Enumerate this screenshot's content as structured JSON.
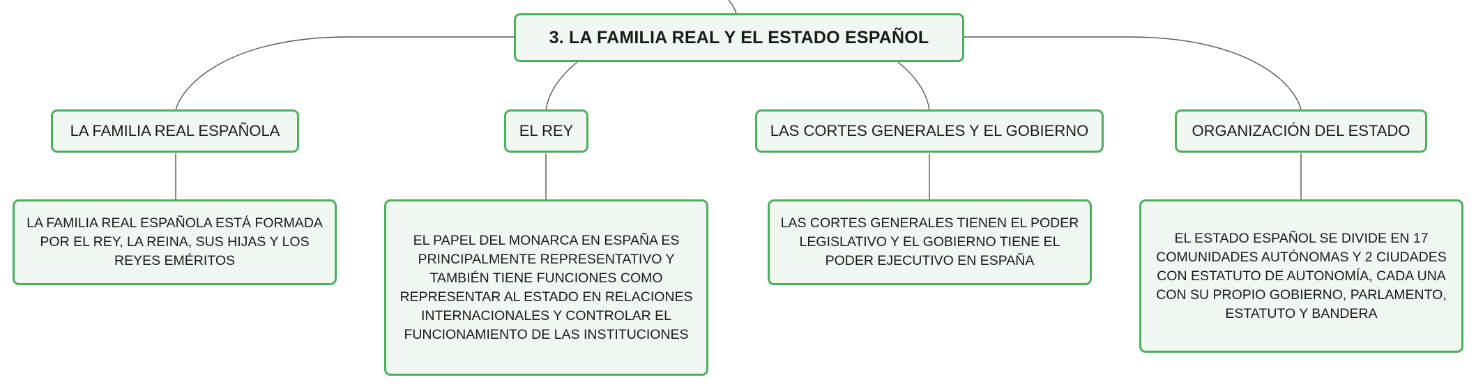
{
  "root": {
    "title": "3. LA FAMILIA REAL Y EL ESTADO ESPAÑOL"
  },
  "branches": [
    {
      "topic": "LA FAMILIA REAL ESPAÑOLA",
      "detail": "LA FAMILIA REAL ESPAÑOLA ESTÁ FORMADA POR EL REY, LA REINA, SUS HIJAS Y LOS REYES EMÉRITOS"
    },
    {
      "topic": "EL REY",
      "detail": "EL PAPEL DEL MONARCA EN ESPAÑA ES PRINCIPALMENTE REPRESENTATIVO Y TAMBIÉN TIENE FUNCIONES COMO REPRESENTAR AL ESTADO EN RELACIONES INTERNACIONALES Y CONTROLAR EL FUNCIONAMIENTO DE LAS INSTITUCIONES"
    },
    {
      "topic": "LAS CORTES GENERALES Y EL GOBIERNO",
      "detail": "LAS CORTES GENERALES TIENEN EL PODER LEGISLATIVO Y EL GOBIERNO TIENE EL PODER EJECUTIVO EN ESPAÑA"
    },
    {
      "topic": "ORGANIZACIÓN DEL ESTADO",
      "detail": "EL ESTADO ESPAÑOL SE DIVIDE EN 17 COMUNIDADES AUTÓNOMAS Y 2 CIUDADES CON ESTATUTO DE AUTONOMÍA, CADA UNA CON SU PROPIO GOBIERNO, PARLAMENTO, ESTATUTO Y BANDERA"
    }
  ],
  "colors": {
    "node_border": "#4caf5e",
    "node_fill": "#f1f8f2",
    "connector": "#555555"
  }
}
